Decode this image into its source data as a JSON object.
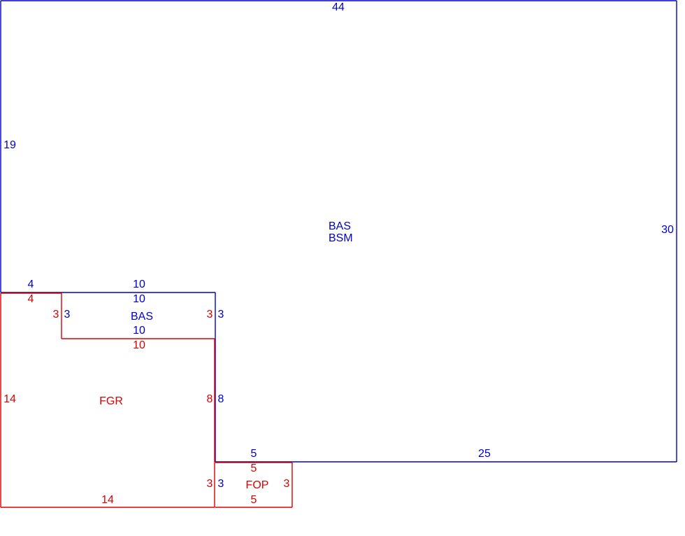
{
  "colors": {
    "living": "#0000cc",
    "garage": "#dd0000",
    "background": "#ffffff"
  },
  "areas": {
    "main": {
      "code_1": "BAS",
      "code_2": "BSM"
    },
    "small": {
      "code": "BAS"
    },
    "garage": {
      "code": "FGR"
    },
    "porch": {
      "code": "FOP"
    }
  },
  "dimensions": {
    "main_top": "44",
    "main_left": "19",
    "main_right": "30",
    "main_bottom": "25",
    "bas_left_width": "4",
    "bas_top": "10",
    "bas_inner_top": "10",
    "bas_left_side": "3",
    "bas_right_side": "3",
    "bas_bottom": "10",
    "bas_right_lower": "8",
    "bas_porch_right": "3",
    "bas_porch_top": "5",
    "fgr_left_width": "4",
    "fgr_notch_side": "3",
    "fgr_notch_bottom": "10",
    "fgr_left": "14",
    "fgr_right_side": "3",
    "fgr_right_lower": "8",
    "fgr_porch_side": "3",
    "fgr_bottom": "14",
    "fop_top": "5",
    "fop_bottom": "5",
    "fop_right": "3"
  }
}
